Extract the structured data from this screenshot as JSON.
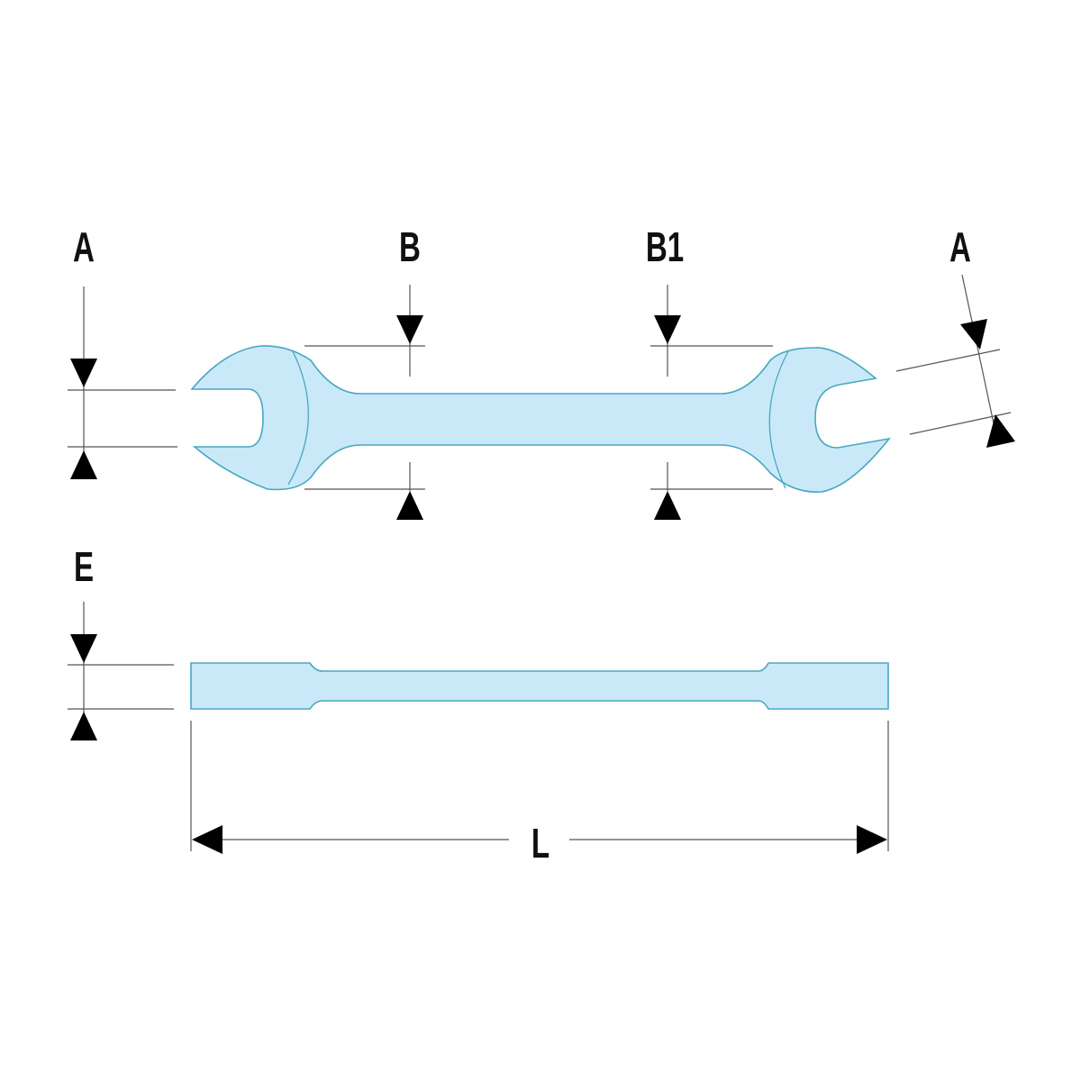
{
  "labels": {
    "a_left": "A",
    "b": "B",
    "b1": "B1",
    "a_right": "A",
    "e": "E",
    "l": "L"
  },
  "colors": {
    "fill": "#c9e9f9",
    "outline": "#4aa7bf"
  }
}
